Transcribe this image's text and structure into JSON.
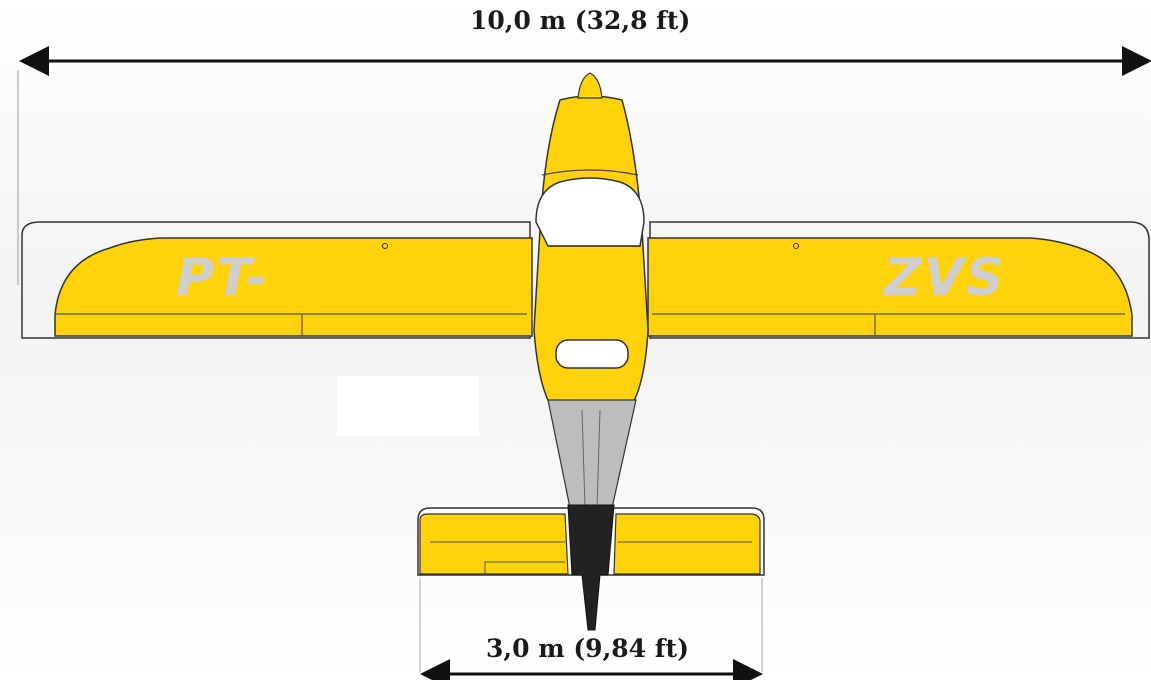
{
  "dimensions": {
    "wingspan_label": "10,0 m (32,8 ft)",
    "stabilizer_label": "3,0 m (9,84 ft)"
  },
  "registration": {
    "left_wing": "PT-",
    "right_wing": "ZVS"
  },
  "colors": {
    "body_yellow": "#ffd20a",
    "outline": "#222222",
    "registration_grey": "#cfcfcf",
    "tail_grey": "#bdbdbd",
    "tail_dark": "#222222"
  }
}
